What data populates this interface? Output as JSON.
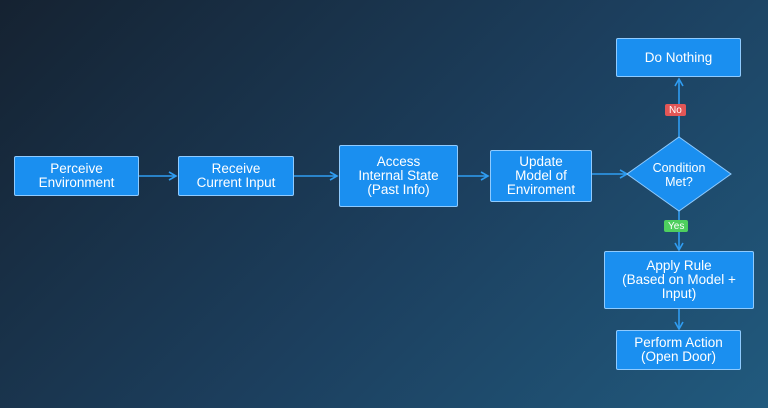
{
  "nodes": {
    "perceive": "Perceive\nEnvironment",
    "receive": "Receive\nCurrent Input",
    "access": "Access\nInternal State\n(Past Info)",
    "update": "Update\nModel of\nEnviroment",
    "condition": "Condition\nMet?",
    "do_nothing": "Do Nothing",
    "apply_rule": "Apply Rule\n(Based on Model +\nInput)",
    "perform_action": "Perform Action\n(Open Door)"
  },
  "branches": {
    "no": "No",
    "yes": "Yes"
  },
  "colors": {
    "node_fill": "#1a8ff0",
    "node_border": "#8fcbff",
    "arrow": "#2f9df2",
    "no_badge": "#e25656",
    "yes_badge": "#4ecf5e"
  }
}
